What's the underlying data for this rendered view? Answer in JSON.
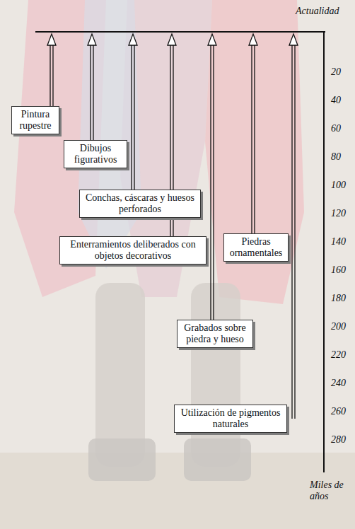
{
  "diagram": {
    "nodes": [
      {
        "text": [
          "Pintura rupestre"
        ]
      },
      {
        "text": [
          "Dibujos figurativos"
        ]
      },
      {
        "text": [
          "Conchas, cáscaras y huesos perforados"
        ]
      },
      {
        "text": [
          "Enterramientos deliberados con objetos decorativos"
        ]
      },
      {
        "text": [
          "Piedras ornamentales"
        ]
      },
      {
        "text": [
          "Grabados sobre piedra y hueso"
        ]
      },
      {
        "text": [
          "Utilización de pigmentos naturales"
        ]
      }
    ],
    "labels": [
      "Actualidad",
      "20",
      "40",
      "60",
      "80",
      "100",
      "120",
      "140",
      "160",
      "180",
      "200",
      "220",
      "240",
      "260",
      "280",
      "Miles de años"
    ]
  }
}
